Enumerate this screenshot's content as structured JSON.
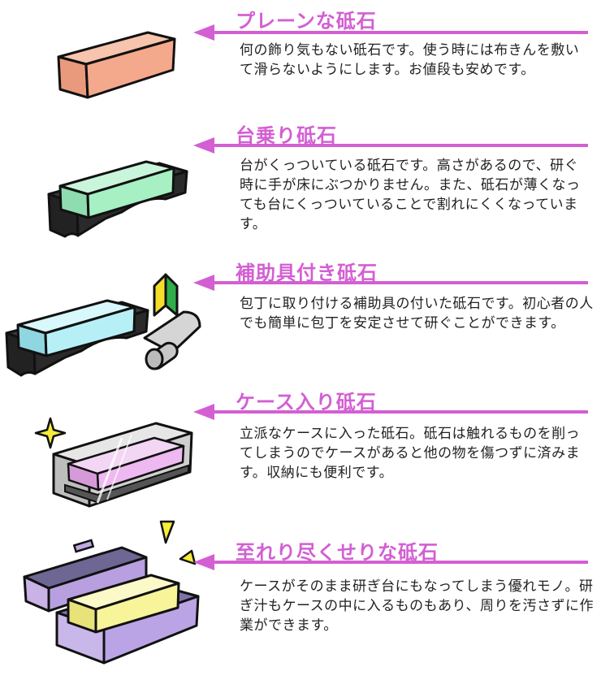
{
  "colors": {
    "title": "#d35fd3",
    "arrow": "#d35fd3",
    "plain_stone": "#f4a98c",
    "base_stone": "#a6f0c4",
    "aid_stone": "#b6f0f6",
    "case_stone": "#eeb8f0",
    "luxury_stone": "#f8f49a",
    "luxury_case": "#c8b2e6"
  },
  "sections": [
    {
      "title": "プレーンな砥石",
      "icon": "plain-whetstone-icon",
      "description": "何の飾り気もない砥石です。使う時には布きんを敷いて滑らないようにします。お値段も安めです。"
    },
    {
      "title": "台乗り砥石",
      "icon": "base-mounted-whetstone-icon",
      "description": "台がくっついている砥石です。高さがあるので、研ぐ時に手が床にぶつかりません。また、砥石が薄くなっても台にくっついていることで割れにくくなっています。"
    },
    {
      "title": "補助具付き砥石",
      "icon": "whetstone-with-guide-icon",
      "badge_icon": "beginner-mark-icon",
      "description": "包丁に取り付ける補助具の付いた砥石です。初心者の人でも簡単に包丁を安定させて研ぐことができます。"
    },
    {
      "title": "ケース入り砥石",
      "icon": "cased-whetstone-icon",
      "description": "立派なケースに入った砥石。砥石は触れるものを削ってしまうのでケースがあると他の物を傷つずに済みます。収納にも便利です。"
    },
    {
      "title": "至れり尽くせりな砥石",
      "icon": "deluxe-case-whetstone-icon",
      "description": "ケースがそのまま研ぎ台にもなってしまう優れモノ。研ぎ汁もケースの中に入るものもあり、周りを汚さずに作業ができます。"
    }
  ]
}
